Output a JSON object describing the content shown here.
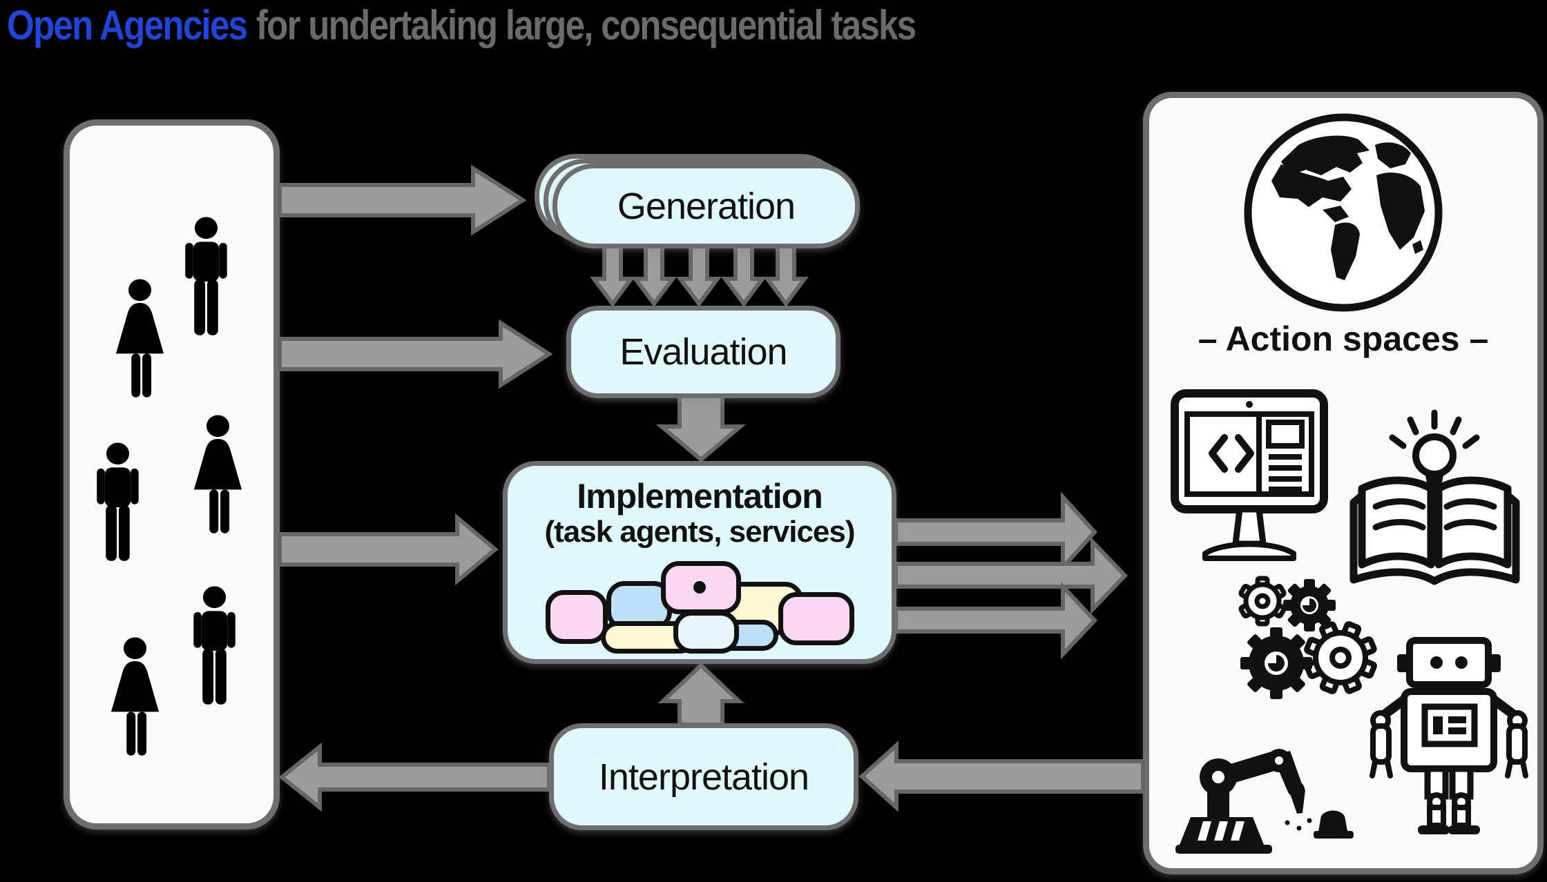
{
  "title": {
    "highlight": "Open Agencies",
    "rest": "for undertaking large, consequential tasks"
  },
  "flow": {
    "generation": {
      "label": "Generation"
    },
    "evaluation": {
      "label": "Evaluation"
    },
    "implementation": {
      "title": "Implementation",
      "subtitle": "(task agents, services)"
    },
    "interpretation": {
      "label": "Interpretation"
    }
  },
  "left_panel": {
    "people": [
      "man",
      "woman",
      "woman",
      "man",
      "man",
      "woman"
    ]
  },
  "right_panel": {
    "label": "– Action spaces –",
    "icons": [
      "globe",
      "computer-code",
      "book-idea",
      "gears",
      "robot",
      "robot-arm"
    ]
  },
  "colors": {
    "background": "#000000",
    "title_highlight": "#2444d5",
    "title_rest": "#6b6b6b",
    "panel_fill": "#fafafa",
    "panel_border": "#6e6e6e",
    "box_fill": "#e1f8fb",
    "box_border": "#6e6e6e",
    "arrow_fill": "#9c9c9c",
    "arrow_stroke": "#666666",
    "icon_black": "#111111",
    "cluster_pink": "#fbd8f1",
    "cluster_blue": "#bfdff7",
    "cluster_yellow": "#fcf9d4",
    "cluster_pale": "#e7f6fa",
    "cluster_border": "#111111"
  }
}
